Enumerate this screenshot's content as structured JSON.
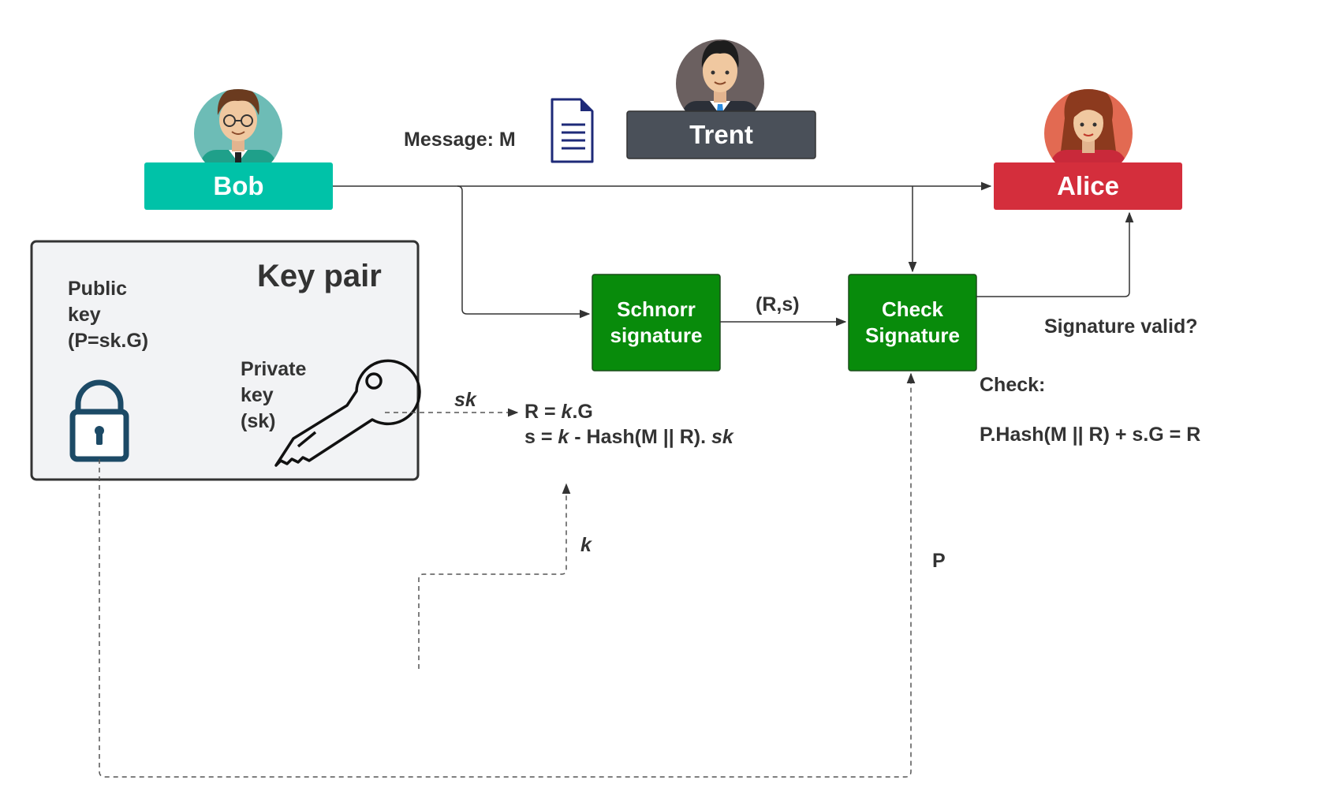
{
  "actors": {
    "bob": {
      "name": "Bob",
      "color": "#00c2a8"
    },
    "trent": {
      "name": "Trent",
      "color": "#4a5059"
    },
    "alice": {
      "name": "Alice",
      "color": "#d42e3c"
    }
  },
  "message": {
    "label": "Message: M",
    "icon": "document-icon"
  },
  "keypair": {
    "title": "Key pair",
    "public_key": "Public\nkey\n(P=sk.G)",
    "private_key": "Private\nkey\n(sk)",
    "public_icon": "padlock-icon",
    "private_icon": "key-icon"
  },
  "process": {
    "schnorr": "Schnorr\nsignature",
    "check": "Check\nSignature",
    "box_color": "#088b0b"
  },
  "edges": {
    "rs": "(R,s)",
    "sk": "sk",
    "k": "k",
    "p": "P",
    "valid": "Signature valid?"
  },
  "equations": {
    "r_pre": "R = ",
    "r_var": "k",
    "r_post": ".G",
    "s_pre": "s = ",
    "s_var": "k",
    "s_mid": " - Hash(M || R). ",
    "s_sk": "sk"
  },
  "check": {
    "title": "Check:",
    "equation": "P.Hash(M || R) + s.G = R"
  }
}
